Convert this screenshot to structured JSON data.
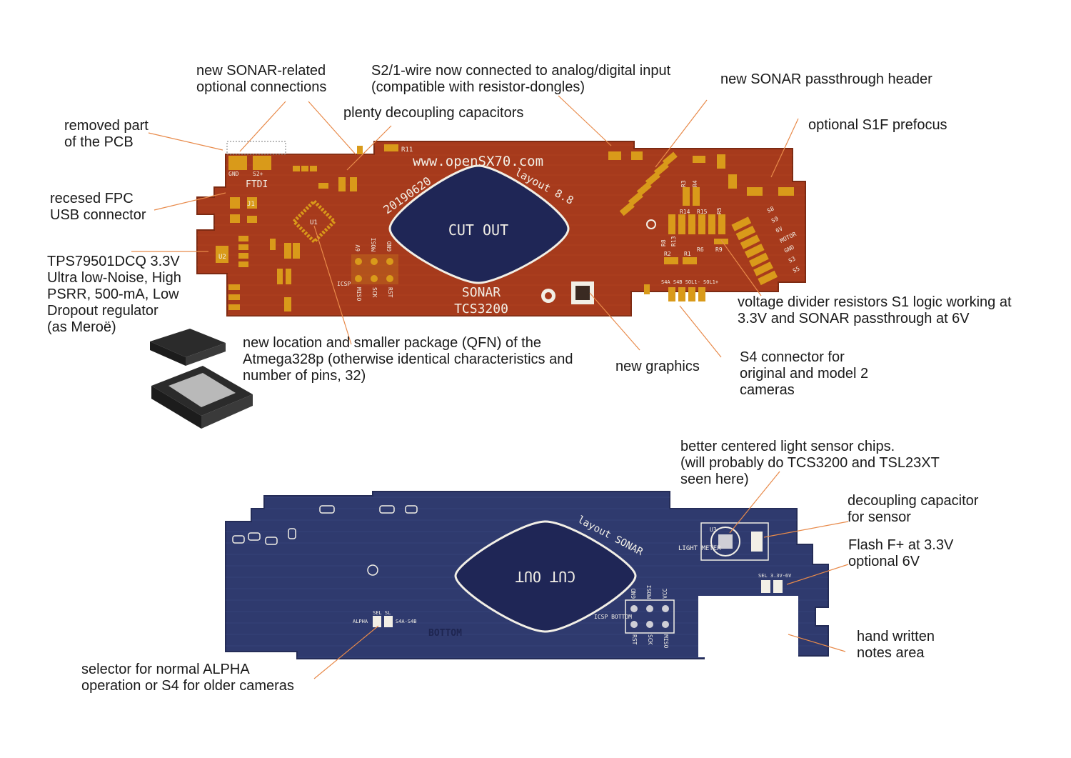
{
  "colors": {
    "top_board": "#a63a1c",
    "top_board_edge": "#7d2a12",
    "bottom_board": "#2f3a6e",
    "bottom_board_edge": "#242c57",
    "pad": "#d99a1a",
    "silk": "#f2efe6",
    "cutout": "#1f2656",
    "leader": "#e88a4a",
    "chip": "#2b2b2b"
  },
  "annotations": [
    {
      "id": "removed-part",
      "lines": [
        "removed part",
        "of the PCB"
      ]
    },
    {
      "id": "fpc",
      "lines": [
        "recesed FPC",
        "USB connector"
      ]
    },
    {
      "id": "regulator",
      "lines": [
        "TPS79501DCQ 3.3V",
        "Ultra low-Noise, High",
        "PSRR, 500-mA, Low",
        "Dropout regulator",
        "(as Meroë)"
      ]
    },
    {
      "id": "sonar-conn",
      "lines": [
        "new SONAR-related",
        "optional connections"
      ]
    },
    {
      "id": "decoupling",
      "lines": [
        "plenty decoupling capacitors"
      ]
    },
    {
      "id": "s2-wire",
      "lines": [
        "S2/1-wire now connected to analog/digital input",
        "(compatible with resistor-dongles)"
      ]
    },
    {
      "id": "passthrough",
      "lines": [
        "new SONAR passthrough header"
      ]
    },
    {
      "id": "s1f",
      "lines": [
        "optional S1F prefocus"
      ]
    },
    {
      "id": "voltage-divider",
      "lines": [
        "voltage divider resistors S1 logic working at",
        "3.3V and SONAR passthrough at 6V"
      ]
    },
    {
      "id": "qfn",
      "lines": [
        "new location and smaller package (QFN) of the",
        "Atmega328p (otherwise identical characteristics and",
        "number of pins, 32)"
      ]
    },
    {
      "id": "graphics",
      "lines": [
        "new graphics"
      ]
    },
    {
      "id": "s4-connector",
      "lines": [
        "S4 connector for",
        "original and model 2",
        "cameras"
      ]
    },
    {
      "id": "light-sensor",
      "lines": [
        "better centered light sensor chips.",
        "(will probably do TCS3200 and TSL23XT",
        "seen here)"
      ]
    },
    {
      "id": "sensor-cap",
      "lines": [
        "decoupling capacitor",
        "for sensor"
      ]
    },
    {
      "id": "flash",
      "lines": [
        "Flash F+ at 3.3V",
        "optional 6V"
      ]
    },
    {
      "id": "notes-area",
      "lines": [
        "hand written",
        "notes area"
      ]
    },
    {
      "id": "alpha-selector",
      "lines": [
        "selector for normal ALPHA",
        "operation or S4 for older cameras"
      ]
    }
  ],
  "top_board": {
    "url": "www.openSX70.com",
    "date": "20190620",
    "layout": "layout 8.8",
    "cutout": "CUT OUT",
    "sonar": "SONAR",
    "sensor": "TCS3200",
    "ftdi": "FTDI",
    "icsp": "ICSP",
    "u1": "U1",
    "u2": "U2",
    "j1": "J1",
    "r11": "R11",
    "pins_top": [
      "6V",
      "MOSI",
      "GND"
    ],
    "pins_bottom": [
      "MISO",
      "SCK",
      "RST"
    ],
    "header_pins": [
      "S8",
      "S9",
      "6V",
      "MOTOR",
      "GND",
      "S3",
      "S5"
    ],
    "left_labels": [
      "GND",
      "S2+"
    ],
    "resistors": [
      "R14",
      "R15",
      "R5",
      "R6",
      "R9",
      "R2",
      "R1",
      "R13",
      "R8",
      "R3",
      "R4"
    ],
    "s4_labels": "S4A S4B SOL1- SOL1+"
  },
  "bottom_board": {
    "cutout": "CUT OUT",
    "layout": "layout SONAR",
    "light_meter": "LIGHT METER",
    "icsp": "ICSP BOTTOM",
    "bottom_label": "BOTTOM",
    "sel": "SEL SL",
    "alpha": "ALPHA",
    "s4ab": "S4A-S4B",
    "sel_v": "SEL 3.3V-6V",
    "pins_top": [
      "GND",
      "MOSI",
      "VCC"
    ],
    "pins_bottom": [
      "RST",
      "SCK",
      "MISO"
    ],
    "u3": "U3"
  }
}
